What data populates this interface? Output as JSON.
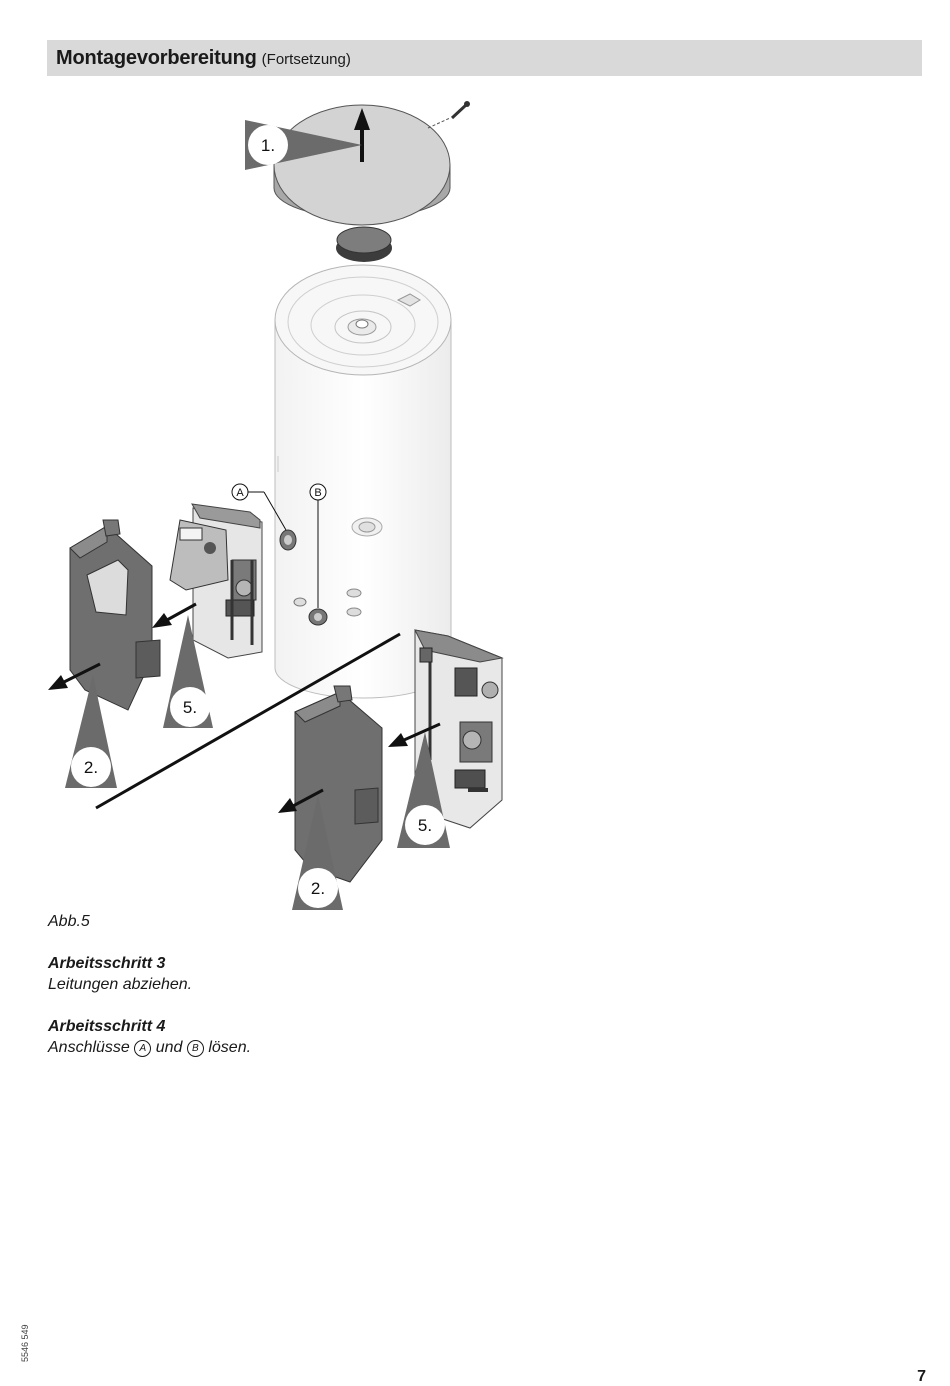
{
  "header": {
    "title": "Montagevorbereitung",
    "subtitle": "(Fortsetzung)"
  },
  "figure": {
    "caption": "Abb.5",
    "step_labels": {
      "lid": "1.",
      "cover_left": "2.",
      "cover_right": "2.",
      "module_left": "5.",
      "module_right": "5."
    },
    "connection_labels": {
      "a": "A",
      "b": "B"
    }
  },
  "steps": [
    {
      "title": "Arbeitsschritt 3",
      "text": "Leitungen abziehen."
    },
    {
      "title": "Arbeitsschritt 4",
      "text_before": "Anschlüsse",
      "conn_a": "A",
      "text_mid": "und",
      "conn_b": "B",
      "text_after": "lösen."
    }
  ],
  "footer": {
    "doc_number": "5546 549",
    "page_number": "7"
  }
}
